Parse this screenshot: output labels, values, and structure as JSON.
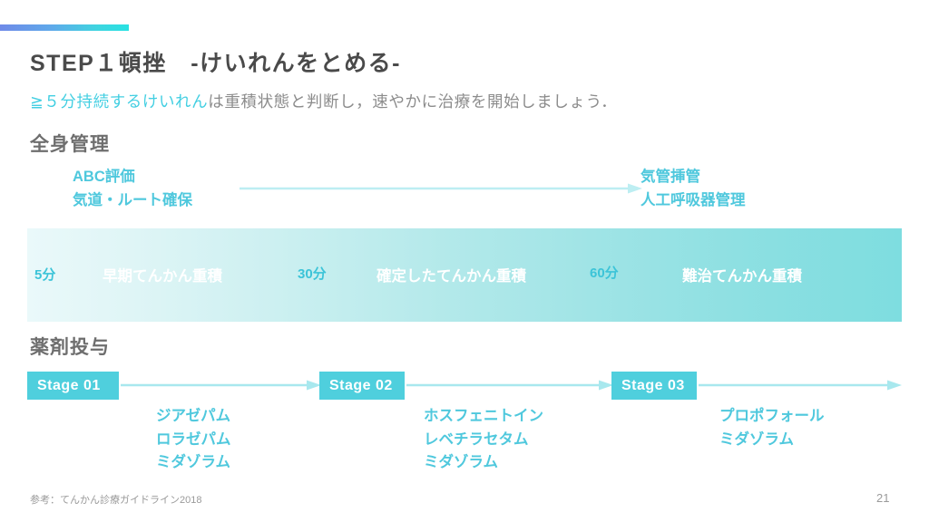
{
  "slide": {
    "title": "STEP１頓挫　-けいれんをとめる-",
    "subtitle": {
      "highlight": "≧５分持続するけいれん",
      "rest": "は重積状態と判断し，速やかに治療を開始しましょう．"
    },
    "accent_colors": {
      "start": "#6f8ae8",
      "end": "#28e2e2"
    }
  },
  "systemic_management": {
    "heading": "全身管理",
    "left": "ABC評価\n気道・ルート確保",
    "left_line1": "ABC評価",
    "left_line2": "気道・ルート確保",
    "right_line1": "気管挿管",
    "right_line2": "人工呼吸器管理",
    "arrow_color": "#bdeef2"
  },
  "timeline": {
    "band_gradient_start": "#eaf9fa",
    "band_gradient_end": "#7edde0",
    "time_color": "#3cc4d8",
    "label_color": "#ffffff",
    "markers": [
      {
        "time": "5分",
        "label": "早期てんかん重積"
      },
      {
        "time": "30分",
        "label": "確定したてんかん重積"
      },
      {
        "time": "60分",
        "label": "難治てんかん重積"
      }
    ]
  },
  "medication": {
    "heading": "薬剤投与",
    "box_color": "#4fcfdd",
    "text_color": "#4fc8dd",
    "stages": [
      {
        "label": "Stage 01",
        "drugs": [
          "ジアゼパム",
          "ロラゼパム",
          "ミダゾラム"
        ]
      },
      {
        "label": "Stage 02",
        "drugs": [
          "ホスフェニトイン",
          "レベチラセタム",
          "ミダゾラム"
        ]
      },
      {
        "label": "Stage 03",
        "drugs": [
          "プロポフォール",
          "ミダゾラム"
        ]
      }
    ]
  },
  "footer": {
    "reference": "参考：てんかん診療ガイドライン2018",
    "page_number": "21"
  }
}
